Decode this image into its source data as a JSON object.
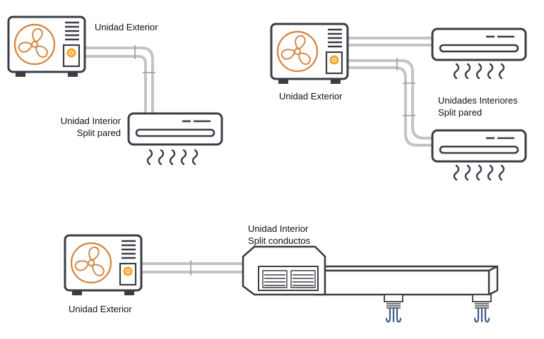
{
  "diagram_1": {
    "outdoor_label": "Unidad Exterior",
    "indoor_label_line1": "Unidad Interior",
    "indoor_label_line2": "Split pared"
  },
  "diagram_2": {
    "outdoor_label": "Unidad Exterior",
    "indoor_label_line1": "Unidades Interiores",
    "indoor_label_line2": "Split pared"
  },
  "diagram_3": {
    "outdoor_label": "Unidad Exterior",
    "indoor_label_line1": "Unidad Interior",
    "indoor_label_line2": "Split conductos"
  },
  "colors": {
    "outline": "#3a3d45",
    "fan": "#d58a4a",
    "indicator": "#f2a623",
    "pipe": "#c4c4c4",
    "air_vent": "#3c5a8e"
  },
  "icons": [
    "outdoor-unit-icon",
    "fan-icon",
    "wall-split-unit-icon",
    "airflow-icon",
    "duct-unit-icon",
    "vent-icon"
  ]
}
